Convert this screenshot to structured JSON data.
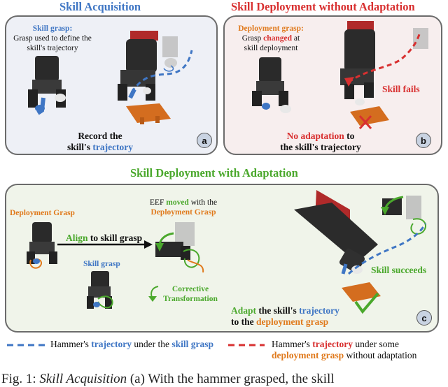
{
  "titles": {
    "acquisition": "Skill Acquisition",
    "no_adaptation": "Skill Deployment without Adaptation",
    "with_adaptation": "Skill Deployment with Adaptation"
  },
  "panel_a": {
    "heading": "Skill grasp:",
    "desc_1": "Grasp used to define the",
    "desc_2": "skill's trajectory",
    "record_1": "Record the",
    "record_2": "skill's",
    "record_3": "trajectory",
    "badge": "a"
  },
  "panel_b": {
    "heading": "Deployment grasp:",
    "desc_1a": "Grasp",
    "desc_1b": "changed",
    "desc_1c": "at",
    "desc_2": "skill deployment",
    "fails": "Skill fails",
    "noadapt_1a": "No adaptation",
    "noadapt_1b": "to",
    "noadapt_2": "the skill's trajectory",
    "badge": "b"
  },
  "panel_c": {
    "deploy_grasp": "Deployment Grasp",
    "align_1": "Align",
    "align_2": "to skill grasp",
    "skill_grasp": "Skill grasp",
    "eef_1a": "EEF",
    "eef_1b": "moved",
    "eef_1c": "with the",
    "eef_2": "Deployment Grasp",
    "corrective_1": "Corrective",
    "corrective_2": "Transformation",
    "succeeds": "Skill succeeds",
    "adapt_1a": "Adapt",
    "adapt_1b": "the skill's",
    "adapt_1c": "trajectory",
    "adapt_2a": "to the",
    "adapt_2b": "deployment grasp",
    "badge": "c"
  },
  "legend": {
    "left_1": "Hammer's",
    "left_2": "trajectory",
    "left_3": "under the",
    "left_4": "skill grasp",
    "right_1": "Hammer's",
    "right_2": "trajectory",
    "right_3": "under some",
    "right_4": "deployment grasp",
    "right_5": "without adaptation"
  },
  "caption": {
    "prefix": "Fig. 1:",
    "italic": "Skill Acquisition",
    "rest": "(a) With the hammer grasped, the skill"
  },
  "colors": {
    "blue": "#3f76c4",
    "red": "#d83030",
    "orange": "#e07a1d",
    "green": "#4aa82c"
  }
}
